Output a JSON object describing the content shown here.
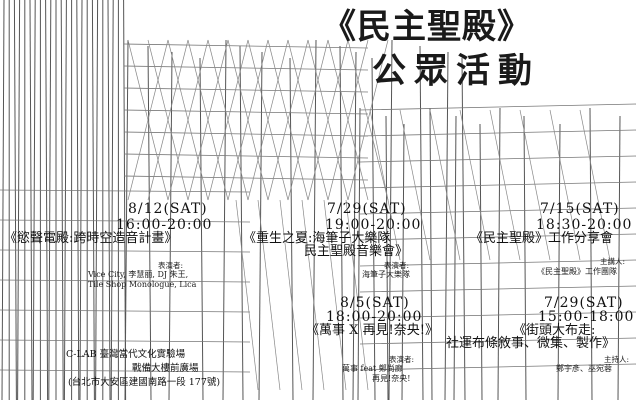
{
  "title": {
    "line1": "《民主聖殿》",
    "line2": "公眾活動"
  },
  "events": [
    {
      "date": "8/12(SAT)",
      "time": "16:00-20:00",
      "name_lines": [
        "《慾聲電殿:跨時空造音計畫》"
      ],
      "role_label": "表演者:",
      "people_lines": [
        "Vice City, 李慧丽, DJ 朱王,",
        "Tile Shop Monologue, Lica"
      ]
    },
    {
      "date": "7/29(SAT)",
      "time": "19:00-20:00",
      "name_lines": [
        "《重生之夏:海筆子大樂隊",
        "民主聖殿音樂會》"
      ],
      "role_label": "表演者:",
      "people_lines": [
        "海筆子大樂隊"
      ]
    },
    {
      "date": "7/15(SAT)",
      "time": "18:30-20:00",
      "name_lines": [
        "《民主聖殿》工作分享會"
      ],
      "role_label": "主講人:",
      "people_lines": [
        "《民主聖殿》工作團隊"
      ]
    },
    {
      "date": "8/5(SAT)",
      "time": "18:00-20:00",
      "name_lines": [
        "《萬事 X 再見!奈央!》"
      ],
      "role_label": "表演者:",
      "people_lines": [
        "萬事 feat 鄭尚廊",
        "再見!奈央!"
      ]
    },
    {
      "date": "7/29(SAT)",
      "time": "15:00-18:00",
      "name_lines": [
        "《街頭大布走:",
        "社運布條敘事、微集、製作》"
      ],
      "role_label": "主持人:",
      "people_lines": [
        "鄭宇彥、巫宛蓉"
      ]
    }
  ],
  "venue": {
    "lines": [
      "C-LAB 臺灣當代文化實驗場",
      "戰備大樓前廣場",
      "(台北市大安區建國南路一段 177號)"
    ]
  }
}
